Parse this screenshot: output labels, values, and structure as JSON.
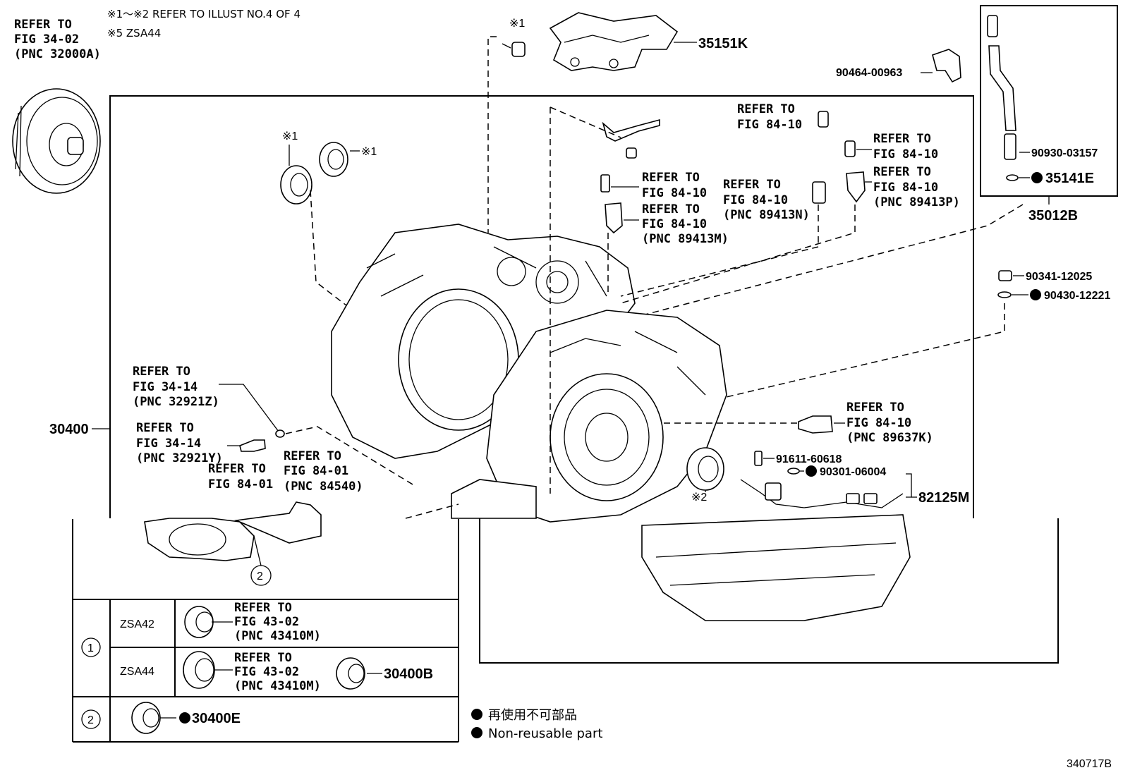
{
  "notes": {
    "line1": "※1〜※2 REFER TO ILLUST NO.4 OF 4",
    "line2": "※5 ZSA44"
  },
  "labels": {
    "torque_ref": [
      "REFER TO",
      "FIG 34-02",
      "(PNC 32000A)"
    ],
    "bracket_num": "35151K",
    "clamp_num": "90464-00963",
    "refer_top_bolt": [
      "REFER TO",
      "FIG 84-10"
    ],
    "refer_right_bolt": [
      "REFER TO",
      "FIG 84-10"
    ],
    "refer_sensor_p": [
      "REFER TO",
      "FIG 84-10",
      "(PNC 89413P)"
    ],
    "refer_sensor_n": [
      "REFER TO",
      "FIG 84-10",
      "(PNC 89413N)"
    ],
    "refer_left_bolt": [
      "REFER TO",
      "FIG 84-10"
    ],
    "refer_sensor_m": [
      "REFER TO",
      "FIG 84-10",
      "(PNC 89413M)"
    ],
    "breather_num": "90930-03157",
    "gasket_num": "35141E",
    "hose_assy_num": "35012B",
    "plug_num": "90341-12025",
    "plug_gasket_num": "90430-12221",
    "refer_switch": [
      "REFER TO",
      "FIG 84-10",
      "(PNC 89637K)"
    ],
    "bolt_num": "91611-60618",
    "oring_num": "90301-06004",
    "harness_num": "82125M",
    "refer_oil_seal": [
      "REFER TO",
      "FIG 34-14",
      "(PNC 32921Z)"
    ],
    "refer_fitting": [
      "REFER TO",
      "FIG 34-14",
      "(PNC 32921Y)"
    ],
    "refer_84_01_a": [
      "REFER TO",
      "FIG 84-01"
    ],
    "refer_84_01_b": [
      "REFER TO",
      "FIG 84-01",
      "(PNC 84540)"
    ],
    "trans_assy_num": "30400",
    "mark_1": "※1",
    "mark_2": "※2",
    "circle_2": "2"
  },
  "table": {
    "row1_index": "1",
    "row1a_model": "ZSA42",
    "row1a_ref": [
      "REFER TO",
      "FIG 43-02",
      "(PNC 43410M)"
    ],
    "row1b_model": "ZSA44",
    "row1b_ref": [
      "REFER TO",
      "FIG 43-02",
      "(PNC 43410M)"
    ],
    "row1b_part": "30400B",
    "row2_index": "2",
    "row2_part": "30400E"
  },
  "legend": {
    "jp": "再使用不可部品",
    "en": "Non-reusable part"
  },
  "illustration_id": "340717B"
}
